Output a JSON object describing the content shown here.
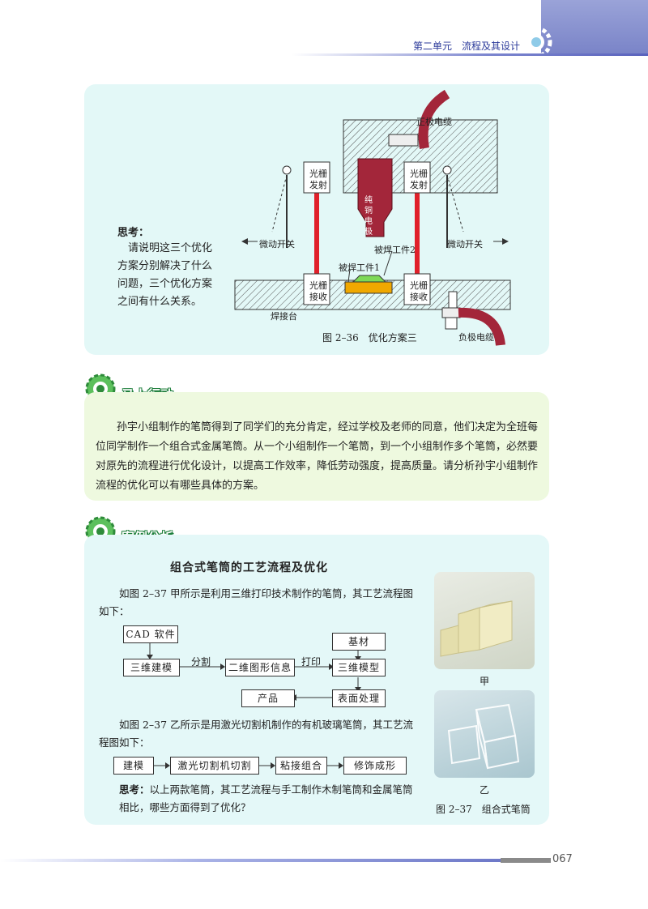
{
  "header": {
    "unit_title": "第二单元　流程及其设计"
  },
  "think_box": {
    "title": "思考：",
    "text": "请说明这三个优化方案分别解决了什么问题，三个优化方案之间有什么关系。"
  },
  "figure_36": {
    "labels": {
      "positive_cable": "正极电缆",
      "negative_cable": "负极电缆",
      "emitter_left_1": "光栅",
      "emitter_left_2": "发射",
      "emitter_right_1": "光栅",
      "emitter_right_2": "发射",
      "receiver_left_1": "光栅",
      "receiver_left_2": "接收",
      "receiver_right_1": "光栅",
      "receiver_right_2": "接收",
      "electrode_1": "纯",
      "electrode_2": "铜",
      "electrode_3": "电",
      "electrode_4": "极",
      "micro_switch_left": "微动开关",
      "micro_switch_right": "微动开关",
      "workpiece_1": "被焊工件1",
      "workpiece_2": "被焊工件2",
      "table": "焊接台"
    },
    "caption": "图 2–36　优化方案三"
  },
  "action": {
    "banner": "马上行动",
    "text": "孙宇小组制作的笔筒得到了同学们的充分肯定，经过学校及老师的同意，他们决定为全班每位同学制作一个组合式金属笔筒。从一个小组制作一个笔筒，到一个小组制作多个笔筒，必然要对原先的流程进行优化设计，以提高工作效率，降低劳动强度，提高质量。请分析孙宇小组制作流程的优化可以有哪些具体的方案。"
  },
  "case": {
    "banner": "案例分析",
    "title": "组合式笔筒的工艺流程及优化",
    "para1": "如图 2–37 甲所示是利用三维打印技术制作的笔筒，其工艺流程图如下：",
    "flow1": {
      "cad": "CAD 软件",
      "model3d": "三维建模",
      "cut": "分割",
      "info2d": "二维图形信息",
      "print": "打印",
      "material": "基材",
      "model_obj": "三维模型",
      "surface": "表面处理",
      "product": "产品"
    },
    "para2": "如图 2–37 乙所示是用激光切割机制作的有机玻璃笔筒，其工艺流程图如下：",
    "flow2": [
      "建模",
      "激光切割机切割",
      "粘接组合",
      "修饰成形"
    ],
    "think_label": "思考：",
    "think_text": "以上两款笔筒，其工艺流程与手工制作木制笔筒和金属笔筒相比，哪些方面得到了优化？",
    "photo_a_label": "甲",
    "photo_b_label": "乙",
    "caption": "图 2–37　组合式笔筒"
  },
  "footer": {
    "page": "067"
  }
}
